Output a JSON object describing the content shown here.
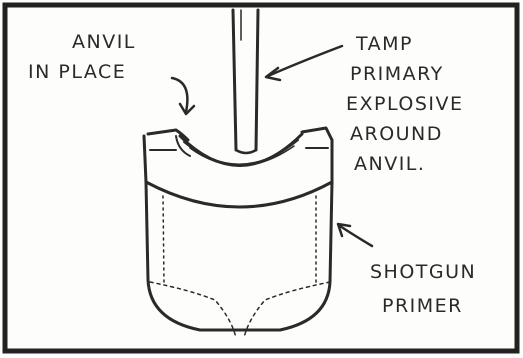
{
  "labels": {
    "anvil": [
      "ANVIL",
      "IN PLACE"
    ],
    "tamp": [
      "TAMP",
      "PRIMARY",
      "EXPLOSIVE",
      "AROUND",
      "ANVIL."
    ],
    "primer": [
      "SHOTGUN",
      "PRIMER"
    ]
  }
}
